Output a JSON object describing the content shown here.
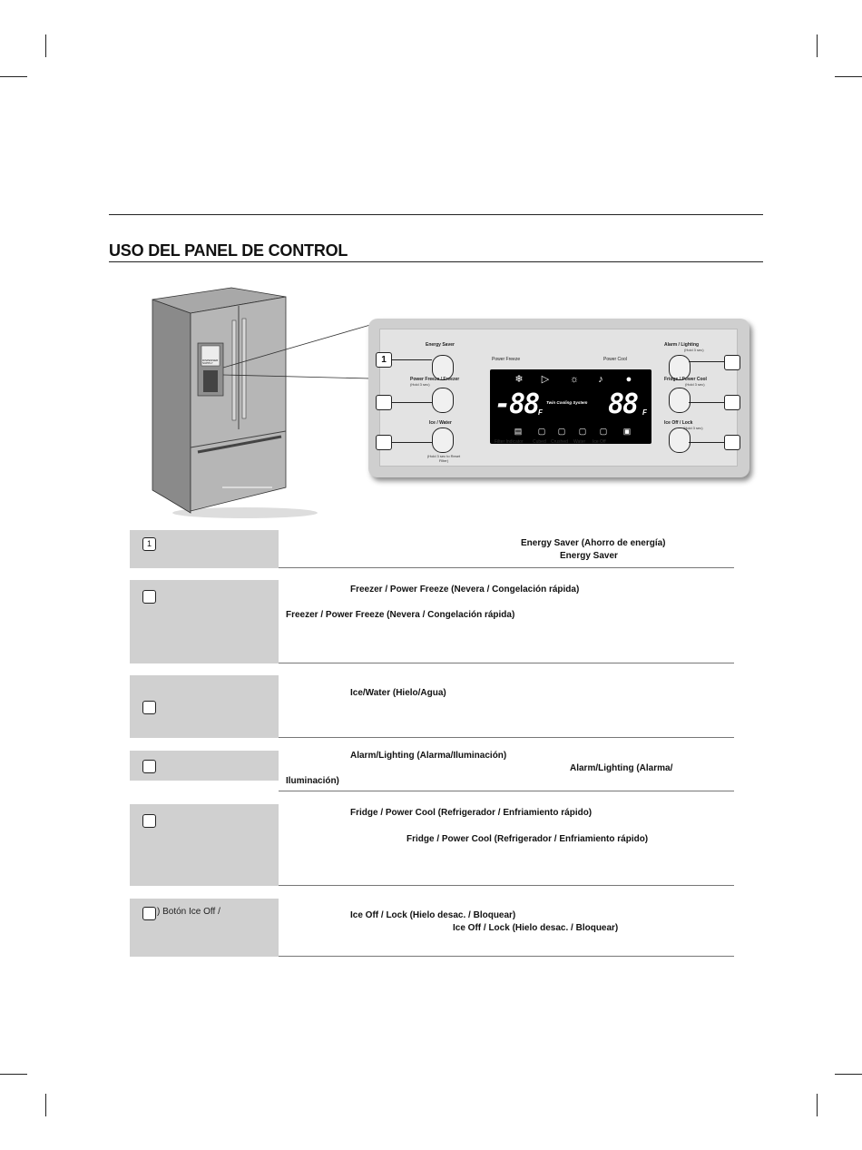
{
  "page": {
    "title": "USO DEL PANEL DE CONTROL"
  },
  "panel": {
    "energy_saver": "Energy Saver",
    "power_freeze_freezer": "Power Freeze / Freezer",
    "hold_3sec": "(Hold 3 sec)",
    "ice_water": "Ice / Water",
    "reset_filter": "(Hold 3 sec to Reset Filter)",
    "alarm_lighting": "Alarm  /  Lighting",
    "fridge_power_cool": "Fridge / Power Cool",
    "ice_off_lock": "Ice Off  /  Lock",
    "callout_1": "1",
    "display": {
      "power_freeze": "Power Freeze",
      "power_cool": "Power Cool",
      "freezer_temp": "-88",
      "fridge_temp": "88",
      "unit": "F",
      "twin_cooling": "Twin Cooling System",
      "filter_indicator": "Filter Indicator",
      "cubed": "Cubed",
      "crushed": "Crushed",
      "water": "Water",
      "ice_off": "Ice Off"
    }
  },
  "fridge": {
    "dispenser_label": "DISPENSER SUPPLY"
  },
  "rows": [
    {
      "num": "1",
      "left_text": "",
      "lines": [
        "Energy Saver (Ahorro de energía)",
        "Energy Saver"
      ]
    },
    {
      "num": "",
      "left_text": "",
      "lines": [
        "Freezer / Power Freeze (Nevera / Congelación rápida)",
        "Freezer / Power Freeze (Nevera / Congelación rápida)"
      ]
    },
    {
      "num": "",
      "left_text": "",
      "lines": [
        "Ice/Water (Hielo/Agua)"
      ]
    },
    {
      "num": "",
      "left_text": "",
      "lines": [
        "Alarm/Lighting (Alarma/Iluminación)",
        "Alarm/Lighting (Alarma/",
        "Iluminación)"
      ]
    },
    {
      "num": "",
      "left_text": "",
      "lines": [
        "Fridge / Power Cool (Refrigerador / Enfriamiento rápido)",
        "Fridge / Power Cool (Refrigerador / Enfriamiento rápido)"
      ]
    },
    {
      "num": "",
      "left_text": ") Botón Ice Off /",
      "lines": [
        "Ice Off / Lock (Hielo desac. / Bloquear)",
        "Ice Off / Lock (Hielo desac. / Bloquear)"
      ]
    }
  ]
}
